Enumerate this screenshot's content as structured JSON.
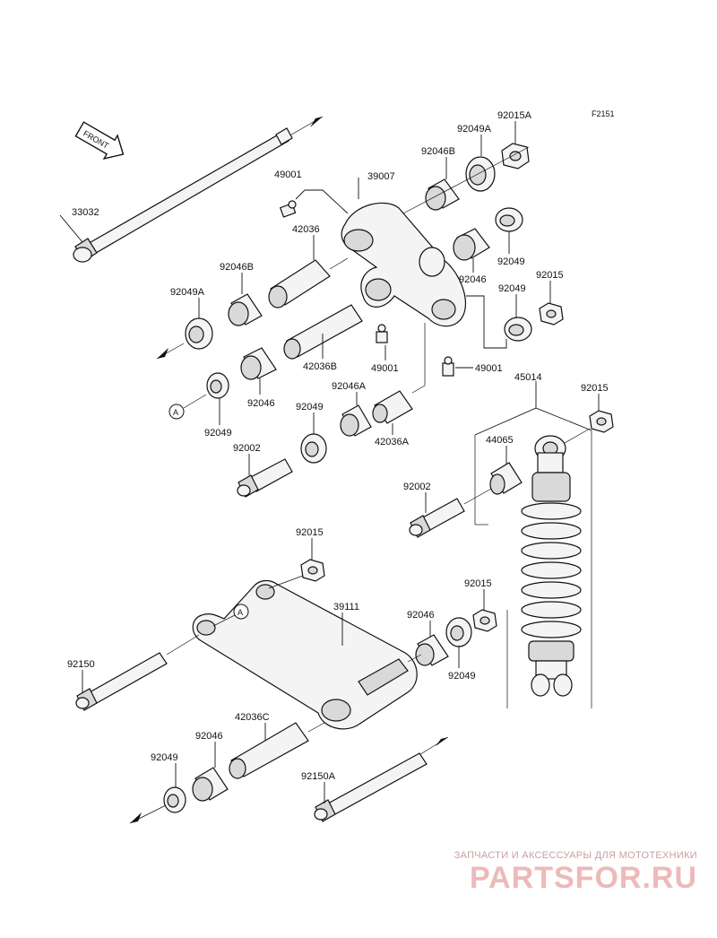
{
  "diagram": {
    "figure_code": "F2151",
    "front_label": "FRONT",
    "callout_a": "A",
    "parts": {
      "p33032": "33032",
      "p49001_top": "49001",
      "p39007": "39007",
      "p92046B_top": "92046B",
      "p92049A_top": "92049A",
      "p92015A": "92015A",
      "p42036": "42036",
      "p92046B_left": "92046B",
      "p92049A_left": "92049A",
      "p92049_right": "92049",
      "p92046_right": "92046",
      "p92015_right": "92015",
      "p92049_right2": "92049",
      "p42036B": "42036B",
      "p49001_mid": "49001",
      "p49001_right": "49001",
      "p92046_left": "92046",
      "p92049_a": "92049",
      "p92049_mid": "92049",
      "p92046A": "92046A",
      "p42036A": "42036A",
      "p45014": "45014",
      "p92015_shock": "92015",
      "p44065": "44065",
      "p92002_left": "92002",
      "p92002_right": "92002",
      "p92015_link": "92015",
      "p39111": "39111",
      "p92015_low": "92015",
      "p92046_low": "92046",
      "p92049_low": "92049",
      "p92150": "92150",
      "p42036C": "42036C",
      "p92046_bot": "92046",
      "p92049_bot": "92049",
      "p92150A": "92150A"
    }
  },
  "watermark": {
    "tagline": "ЗАПЧАСТИ И АКСЕССУАРЫ ДЛЯ МОТОТЕХНИКИ",
    "logo": "PARTSFOR.RU"
  }
}
